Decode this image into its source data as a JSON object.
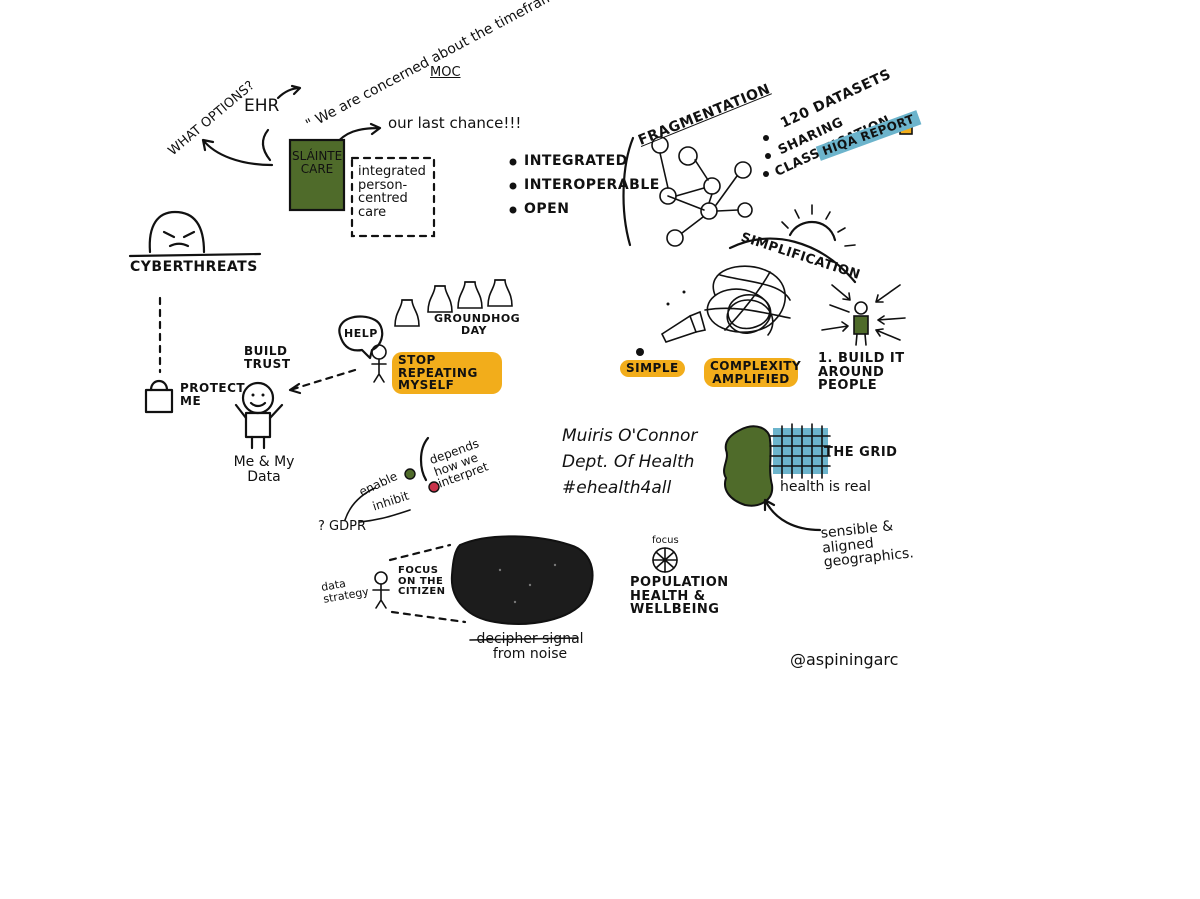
{
  "colors": {
    "ink": "#111111",
    "green": "#4f6b2a",
    "amber": "#f2ad1b",
    "blue": "#6cb4cc",
    "red": "#c8324a"
  },
  "icons": [
    "ghost-icon",
    "padlock-icon",
    "stick-figure-icon",
    "sun-icon",
    "scribble-icon",
    "megaphone-icon",
    "bottle-icon",
    "ireland-map-icon",
    "grid-icon",
    "globe-icon",
    "black-cloud-icon"
  ],
  "top": {
    "what_options": "WHAT OPTIONS?",
    "ehr": "EHR",
    "quote": "\" We are concerned about the timeframe\"",
    "quote_attrib": "MOC",
    "last_chance": "our last chance!!!",
    "slainte_care": "SLÁINTE CARE",
    "integrated_care": "integrated person-centred care"
  },
  "cyber": {
    "label": "CYBERTHREATS",
    "protect": "PROTECT ME"
  },
  "trust": {
    "build_trust": "BUILD TRUST",
    "me_my_data": "Me & My Data"
  },
  "help": {
    "bubble": "HELP",
    "groundhog": "GROUNDHOG DAY",
    "stop": "STOP REPEATING MYSELF"
  },
  "principles": [
    "INTEGRATED",
    "INTEROPERABLE",
    "OPEN"
  ],
  "fragmentation": {
    "title": "FRAGMENTATION",
    "items": [
      "120 DATASETS",
      "SHARING",
      "CLASSIFICATION"
    ],
    "report": "HIQA REPORT"
  },
  "simplification": {
    "arc": "SIMPLIFICATION",
    "build": "1. BUILD IT AROUND PEOPLE"
  },
  "complexity": {
    "simple": "SIMPLE",
    "amplified": "COMPLEXITY AMPLIFIED"
  },
  "speaker": {
    "name": "Muiris O'Connor",
    "dept": "Dept. Of Health",
    "tag": "#ehealth4all"
  },
  "gdpr": {
    "label": "? GDPR",
    "enable": "enable",
    "inhibit": "inhibit",
    "depends": "depends how we interpret"
  },
  "grid": {
    "title": "THE GRID",
    "real": "health is real",
    "geo": "sensible & aligned geographics."
  },
  "citizen": {
    "strategy": "data strategy",
    "focus": "FOCUS ON THE CITIZEN",
    "decipher": "decipher signal from noise"
  },
  "population": {
    "focus": "focus",
    "text": "POPULATION HEALTH & WELLBEING"
  },
  "credit": "@aspiningarc"
}
